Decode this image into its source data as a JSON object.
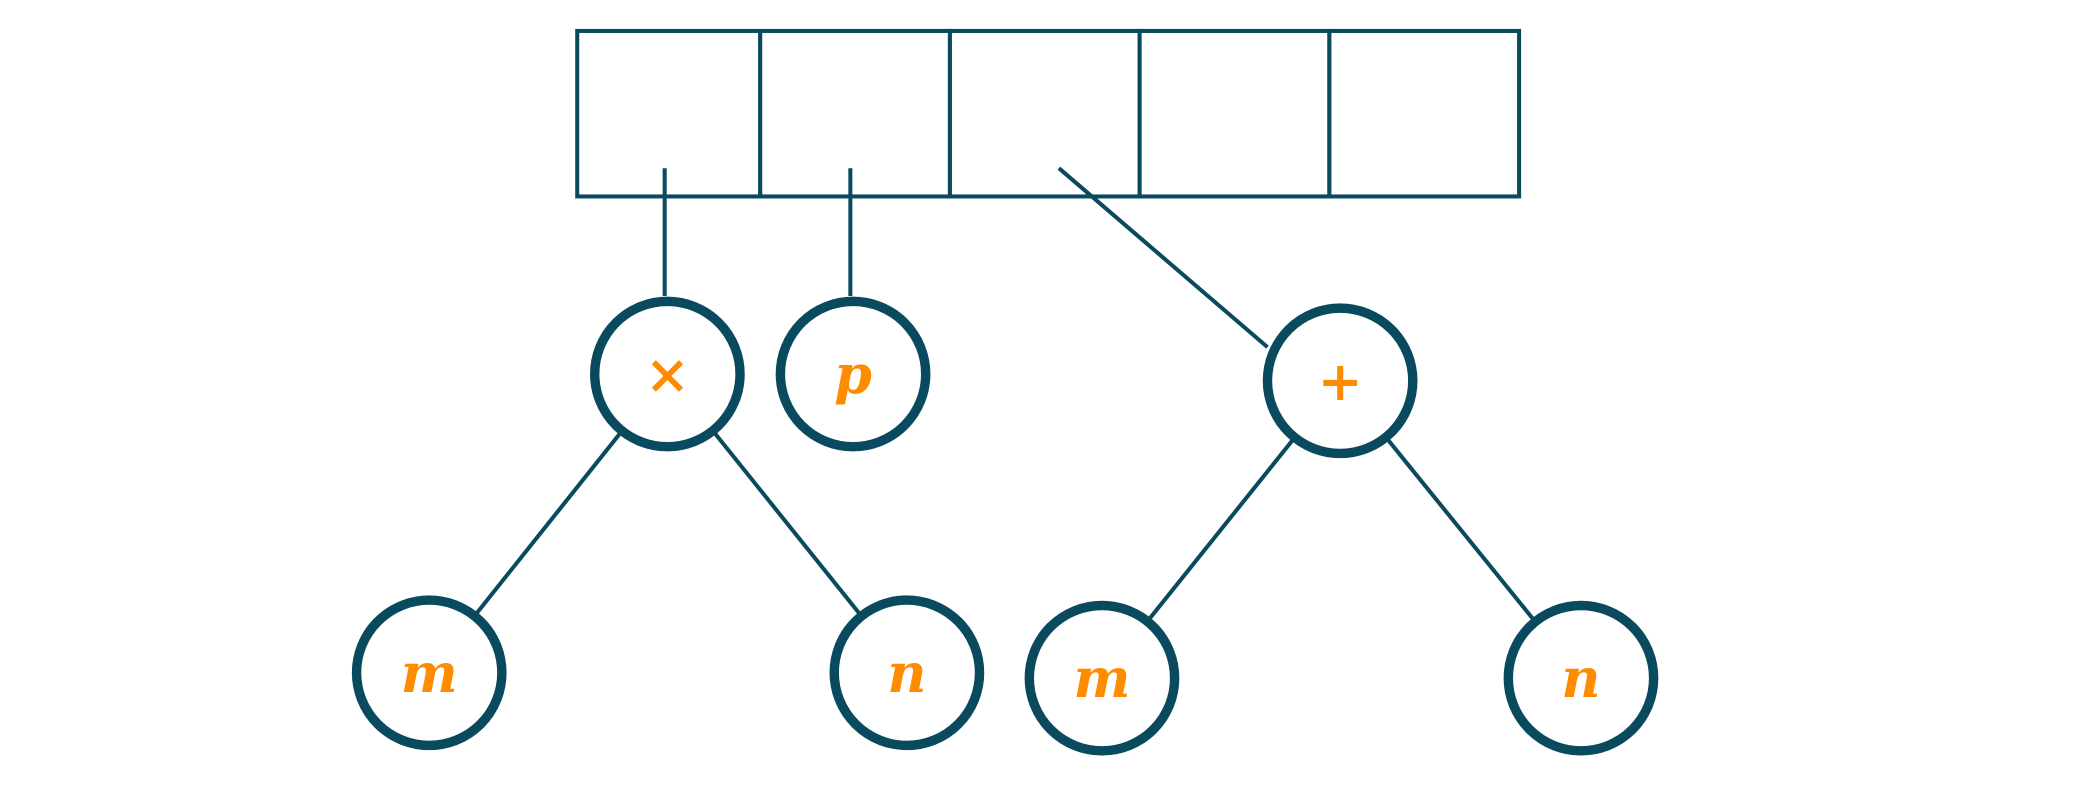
{
  "diagram": {
    "type": "array-of-expression-trees",
    "array_cells": 5,
    "colors": {
      "stroke": "#0a4a5e",
      "label": "#ff8c00"
    },
    "trees": [
      {
        "root": "×",
        "children": [
          "m",
          "n"
        ],
        "array_index": 0
      },
      {
        "root": "p",
        "children": [],
        "array_index": 1
      },
      {
        "root": "+",
        "children": [
          "m",
          "n"
        ],
        "array_index": 2
      }
    ]
  }
}
